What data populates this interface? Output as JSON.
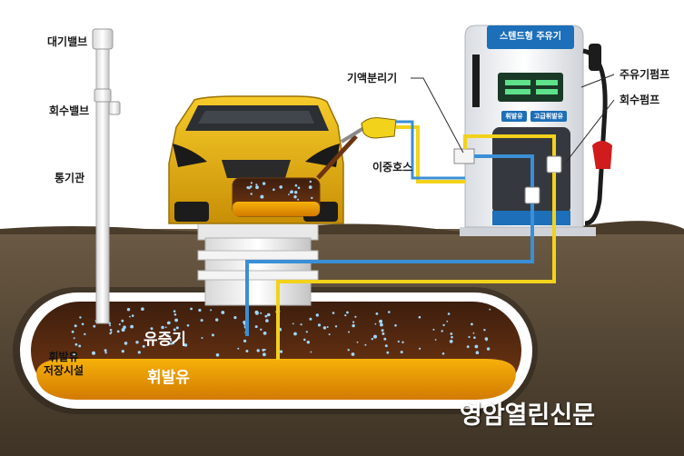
{
  "labels": {
    "atmosphere_valve": "대기밸브",
    "recovery_valve": "회수밸브",
    "vent_pipe": "통기관",
    "vapor_separator": "기액분리기",
    "dual_hose": "이중호스",
    "fuel_pump": "주유기펌프",
    "recovery_pump": "회수펌프",
    "tank_storage": "휘발유\n저장시설"
  },
  "dispenser": {
    "title": "스텐드형 주유기",
    "tag_left": "휘발유",
    "tag_right": "고급휘발유"
  },
  "tank": {
    "vapor": "유증기",
    "gasoline": "휘발유"
  },
  "watermark": "영암열린신문",
  "colors": {
    "vapor_line": "#3a8fd6",
    "fuel_line": "#f2d21b",
    "car_body": "#e8b20c",
    "dispenser_blue": "#1c6fb8",
    "soil": "#5a4a36",
    "gasoline": "#f0a400"
  }
}
